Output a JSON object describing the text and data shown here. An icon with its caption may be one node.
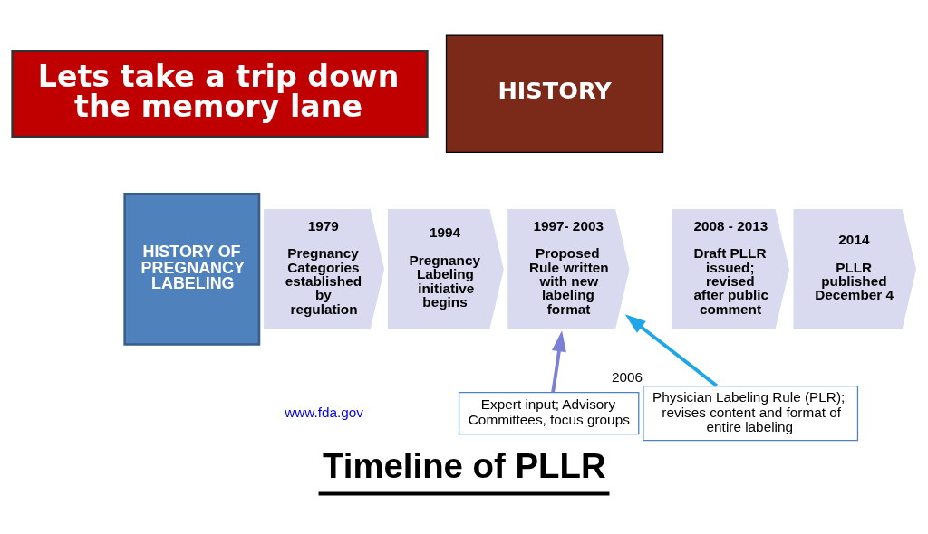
{
  "diagram": {
    "title": "Timeline of PLLR",
    "nodes": [
      {
        "text": [
          "Lets take a trip down the memory lane"
        ]
      },
      {
        "text": [
          "HISTORY"
        ]
      },
      {
        "text": [
          "HISTORY OF PREGNANCY LABELING"
        ]
      },
      {
        "text": [
          "1979",
          "Pregnancy Categories established by regulation"
        ]
      },
      {
        "text": [
          "1994",
          "Pregnancy Labeling initiative begins"
        ]
      },
      {
        "text": [
          "1997- 2003",
          "Proposed Rule written with new labeling format"
        ]
      },
      {
        "text": [
          "2008 - 2013",
          "Draft PLLR issued; revised after public comment"
        ]
      },
      {
        "text": [
          "2014",
          "PLLR published December 4"
        ]
      },
      {
        "text": [
          "Expert input; Advisory Committees, focus groups"
        ]
      },
      {
        "text": [
          "Physician Labeling Rule (PLR); revises content and format of entire labeling"
        ],
        "beside": [
          "2006"
        ]
      }
    ],
    "edges": [
      {
        "from": 8,
        "to": 5,
        "arrow": "to",
        "color": "#7b7fd6"
      },
      {
        "from": 9,
        "to": 5,
        "arrow": "to",
        "color": "#1ea7e8"
      }
    ],
    "labels": [
      "www.fda.gov"
    ]
  }
}
